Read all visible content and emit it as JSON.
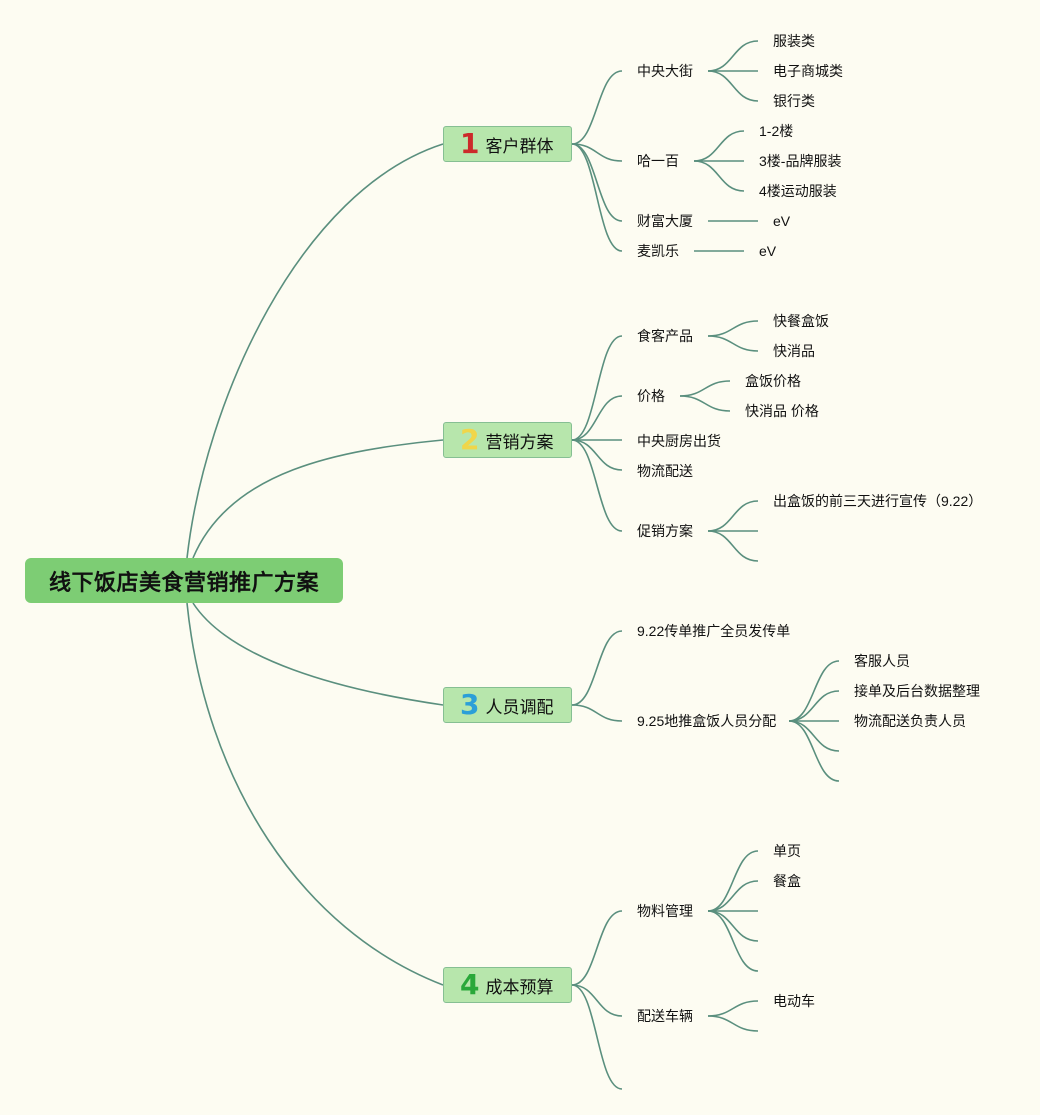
{
  "root": {
    "label": "线下饭店美食营销推广方案"
  },
  "branches": [
    {
      "num": "1",
      "num_color": "#cc2a2a",
      "label": "客户群体",
      "children": [
        {
          "label": "中央大街",
          "children": [
            {
              "label": "服装类"
            },
            {
              "label": "电子商城类"
            },
            {
              "label": "银行类"
            }
          ]
        },
        {
          "label": "哈一百",
          "children": [
            {
              "label": "1-2楼"
            },
            {
              "label": "3楼-品牌服装"
            },
            {
              "label": "4楼运动服装"
            }
          ]
        },
        {
          "label": "财富大厦",
          "children": [
            {
              "label": "eV"
            }
          ]
        },
        {
          "label": "麦凯乐",
          "children": [
            {
              "label": "eV"
            }
          ]
        }
      ]
    },
    {
      "num": "2",
      "num_color": "#f0d64a",
      "label": "营销方案",
      "children": [
        {
          "label": "食客产品",
          "children": [
            {
              "label": "快餐盒饭"
            },
            {
              "label": "快消品"
            }
          ]
        },
        {
          "label": "价格",
          "children": [
            {
              "label": "盒饭价格"
            },
            {
              "label": "快消品 价格"
            }
          ]
        },
        {
          "label": "中央厨房出货",
          "children": []
        },
        {
          "label": "物流配送",
          "children": []
        },
        {
          "label": "促销方案",
          "children": [
            {
              "label": "出盒饭的前三天进行宣传（9.22）"
            },
            {
              "label": ""
            },
            {
              "label": ""
            }
          ]
        }
      ]
    },
    {
      "num": "3",
      "num_color": "#2b9fd8",
      "label": "人员调配",
      "children": [
        {
          "label": "9.22传单推广全员发传单",
          "children": []
        },
        {
          "label": "9.25地推盒饭人员分配",
          "children": [
            {
              "label": "客服人员"
            },
            {
              "label": "接单及后台数据整理"
            },
            {
              "label": "物流配送负责人员"
            },
            {
              "label": ""
            },
            {
              "label": ""
            }
          ]
        }
      ]
    },
    {
      "num": "4",
      "num_color": "#2aa83a",
      "label": "成本预算",
      "children": [
        {
          "label": "物料管理",
          "children": [
            {
              "label": "单页"
            },
            {
              "label": "餐盒"
            },
            {
              "label": ""
            },
            {
              "label": ""
            },
            {
              "label": ""
            }
          ]
        },
        {
          "label": "配送车辆",
          "children": [
            {
              "label": "电动车"
            },
            {
              "label": ""
            }
          ]
        },
        {
          "label": "",
          "children": []
        }
      ]
    }
  ]
}
